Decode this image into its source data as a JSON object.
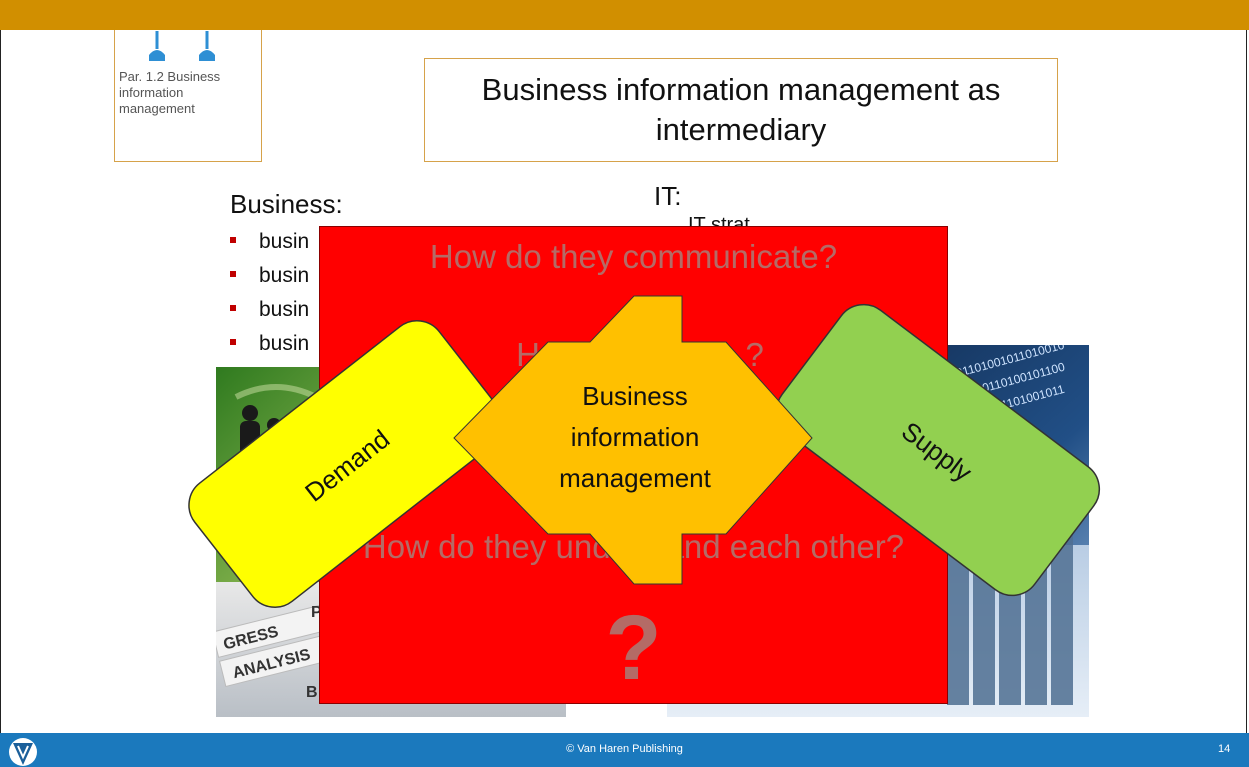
{
  "slide": {
    "paragraph_tag": "Par. 1.2 Business information management",
    "title": "Business information management as intermediary",
    "page_number": "14"
  },
  "business": {
    "heading": "Business:",
    "bullets": [
      "busin",
      "busin",
      "busin",
      "busin"
    ]
  },
  "it": {
    "heading": "IT:",
    "partial_line": "IT strat"
  },
  "overlay": {
    "q1": "How do they communicate?",
    "q2": "How do they ... ?",
    "q3": "How do they understand each other?",
    "question_mark": "?"
  },
  "diagram": {
    "demand_label": "Demand",
    "center_label": [
      "Business",
      "information",
      "management"
    ],
    "supply_label": "Supply"
  },
  "footer": {
    "copyright": "© Van Haren Publishing"
  },
  "colors": {
    "top_bar": "#d18f00",
    "footer_bar": "#1b79bd",
    "red_box": "#ff0000",
    "demand": "#ffff00",
    "supply": "#92d050",
    "arrow": "#ffc000"
  }
}
